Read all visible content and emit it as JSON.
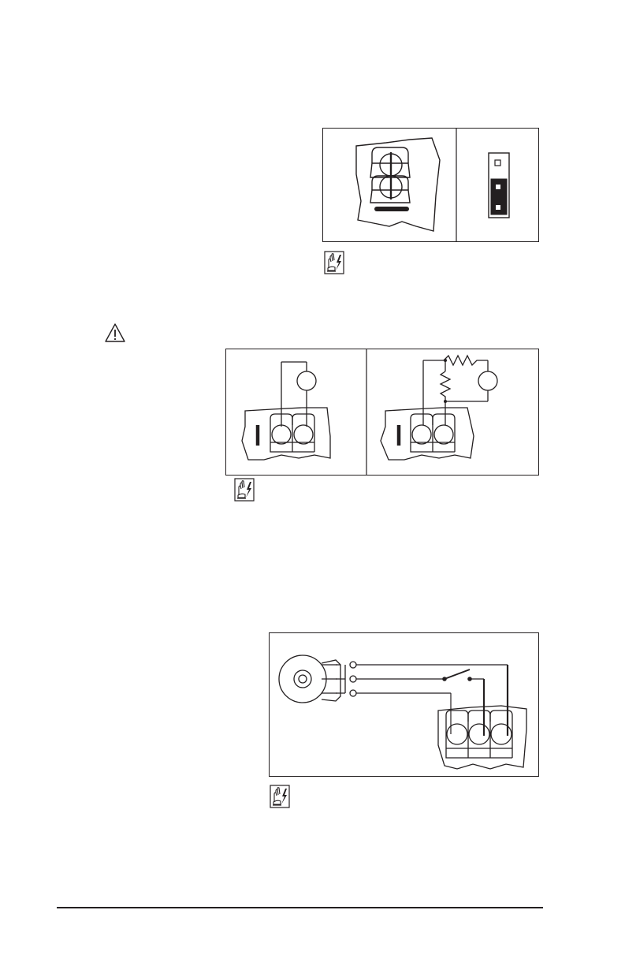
{
  "page": {
    "ink_color": "#231f20",
    "background_color": "#ffffff"
  },
  "figures": {
    "jumper": {
      "icons": [
        "two-screw-terminal-block",
        "three-pin-jumper-header"
      ],
      "hazard_icon": "electrical-hazard-hand-icon"
    },
    "resistor_wiring": {
      "icons": [
        "warning-triangle-icon",
        "circle-component",
        "resistor-network"
      ],
      "hazard_icon": "electrical-hazard-hand-icon"
    },
    "motor_switch": {
      "icons": [
        "round-device",
        "switch",
        "three-screw-terminal-block"
      ],
      "hazard_icon": "electrical-hazard-hand-icon"
    }
  }
}
